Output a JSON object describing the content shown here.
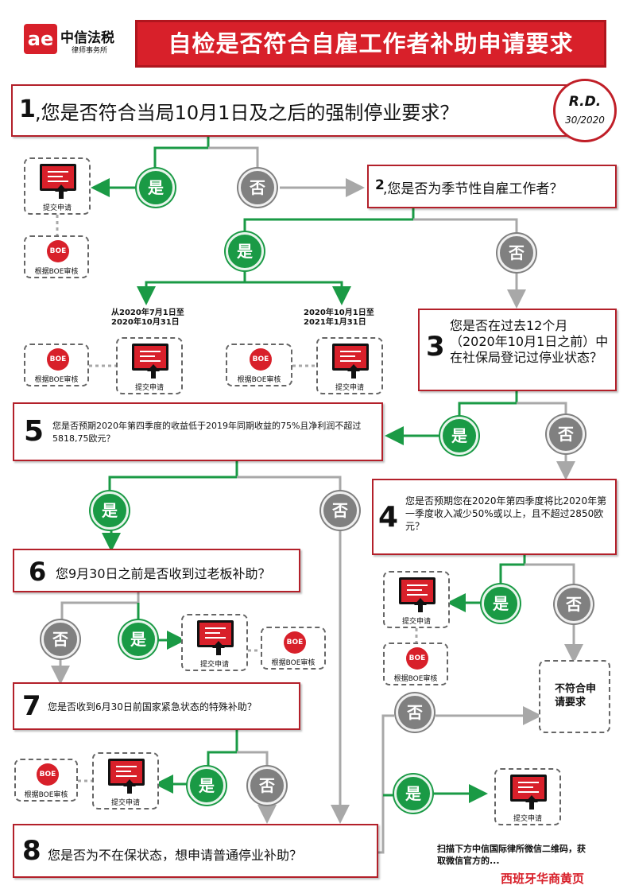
{
  "header": {
    "logo_mark": "ae",
    "logo_name": "中信法税",
    "logo_sub": "律师事务所",
    "title": "自检是否符合自雇工作者补助申请要求"
  },
  "badge": {
    "line1": "R.D.",
    "line2": "30/2020"
  },
  "questions": [
    {
      "num": "1",
      "text": ",您是否符合当局10月1日及之后的强制停业要求？"
    },
    {
      "num": "2",
      "text": ",您是否为季节性自雇工作者？"
    },
    {
      "num": "3",
      "text": "您是否在过去12个月（2020年10月1日之前）中在社保局登记过停业状态？"
    },
    {
      "num": "4",
      "text": "您是否预期您在2020年第四季度将比2020年第一季度收入减少50%或以上，且不超过2850欧元？"
    },
    {
      "num": "5",
      "text": "您是否预期2020年第四季度的收益低于2019年同期收益的75%且净利润不超过5818,75欧元？"
    },
    {
      "num": "6",
      "text": "您9月30日之前是否收到过老板补助？"
    },
    {
      "num": "7",
      "text": "您是否收到6月30日前国家紧急状态的特殊补助？"
    },
    {
      "num": "8",
      "text": "您是否为不在保状态，想申请普通停业补助？"
    }
  ],
  "answers": {
    "yes": "是",
    "no": "否"
  },
  "cards": {
    "submit": "提交申请",
    "boe": "根据BOE审核",
    "boe_mark": "BOE"
  },
  "periods": {
    "first": [
      "从2020年7月1日至",
      "2020年10月31日"
    ],
    "second": [
      "2020年10月1日至",
      "2021年1月31日"
    ]
  },
  "result": {
    "fail": [
      "不符合申",
      "请要求"
    ]
  },
  "footer": {
    "line1": "扫描下方中信国际律所微信二维码，获",
    "line2": "取微信官方的...",
    "brand": "西班牙华商黄页"
  },
  "colors": {
    "red": "#d8202a",
    "green": "#1a9a45",
    "grey": "#808080"
  }
}
